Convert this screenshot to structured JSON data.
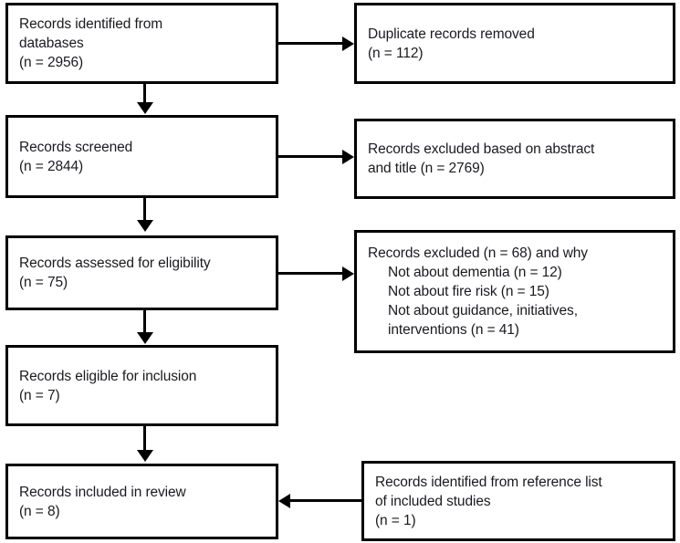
{
  "diagram": {
    "type": "prisma-flow-diagram",
    "colors": {
      "stroke": "#000000",
      "text": "#1a1a1f",
      "background": "#ffffff"
    },
    "nodes": {
      "identified_databases": {
        "lines": [
          "Records identified from",
          "databases",
          "(n = 2956)"
        ],
        "count": 2956
      },
      "duplicates_removed": {
        "lines": [
          "Duplicate records removed",
          "(n = 112)"
        ],
        "count": 112
      },
      "records_screened": {
        "lines": [
          "Records screened",
          "(n = 2844)"
        ],
        "count": 2844
      },
      "excluded_abstract_title": {
        "lines": [
          "Records excluded based on abstract",
          "and title (n = 2769)"
        ],
        "count": 2769
      },
      "assessed_eligibility": {
        "lines": [
          "Records assessed for eligibility",
          "(n = 75)"
        ],
        "count": 75
      },
      "excluded_with_reasons": {
        "lines": [
          {
            "text": "Records excluded (n = 68) and why",
            "indent": false
          },
          {
            "text": "Not about dementia (n = 12)",
            "indent": true
          },
          {
            "text": "Not about fire risk (n = 15)",
            "indent": true
          },
          {
            "text": "Not about guidance, initiatives,",
            "indent": true
          },
          {
            "text": "interventions (n = 41)",
            "indent": true
          }
        ],
        "count": 68,
        "reasons": [
          {
            "label": "Not about dementia",
            "count": 12
          },
          {
            "label": "Not about fire risk",
            "count": 15
          },
          {
            "label": "Not about guidance, initiatives, interventions",
            "count": 41
          }
        ]
      },
      "eligible_inclusion": {
        "lines": [
          "Records eligible for inclusion",
          "(n = 7)"
        ],
        "count": 7
      },
      "included_review": {
        "lines": [
          "Records included in review",
          "(n = 8)"
        ],
        "count": 8
      },
      "identified_reference_list": {
        "lines": [
          "Records identified from reference list",
          "of included studies",
          "(n = 1)"
        ],
        "count": 1
      }
    }
  }
}
